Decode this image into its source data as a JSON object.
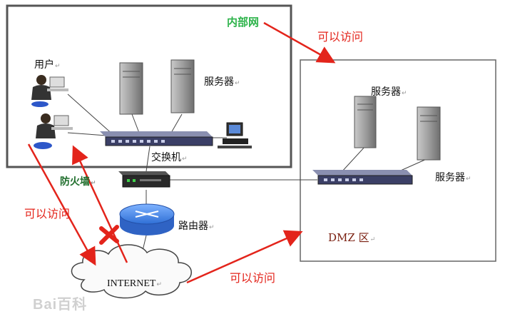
{
  "labels": {
    "internal_net": "内部网",
    "access_top": "可以访问",
    "user": "用户",
    "server_internal": "服务器",
    "switch": "交换机",
    "firewall": "防火墙",
    "access_left": "可以访问",
    "router": "路由器",
    "internet": "INTERNET",
    "access_bottom": "可以访问",
    "server_dmz_top": "服务器",
    "server_dmz_right": "服务器",
    "dmz": "DMZ 区"
  },
  "para_mark": "↵",
  "watermark": "Bai百科",
  "colors": {
    "arrow": "#e3241b",
    "zone_label": "#2db34a",
    "line": "#444444"
  }
}
